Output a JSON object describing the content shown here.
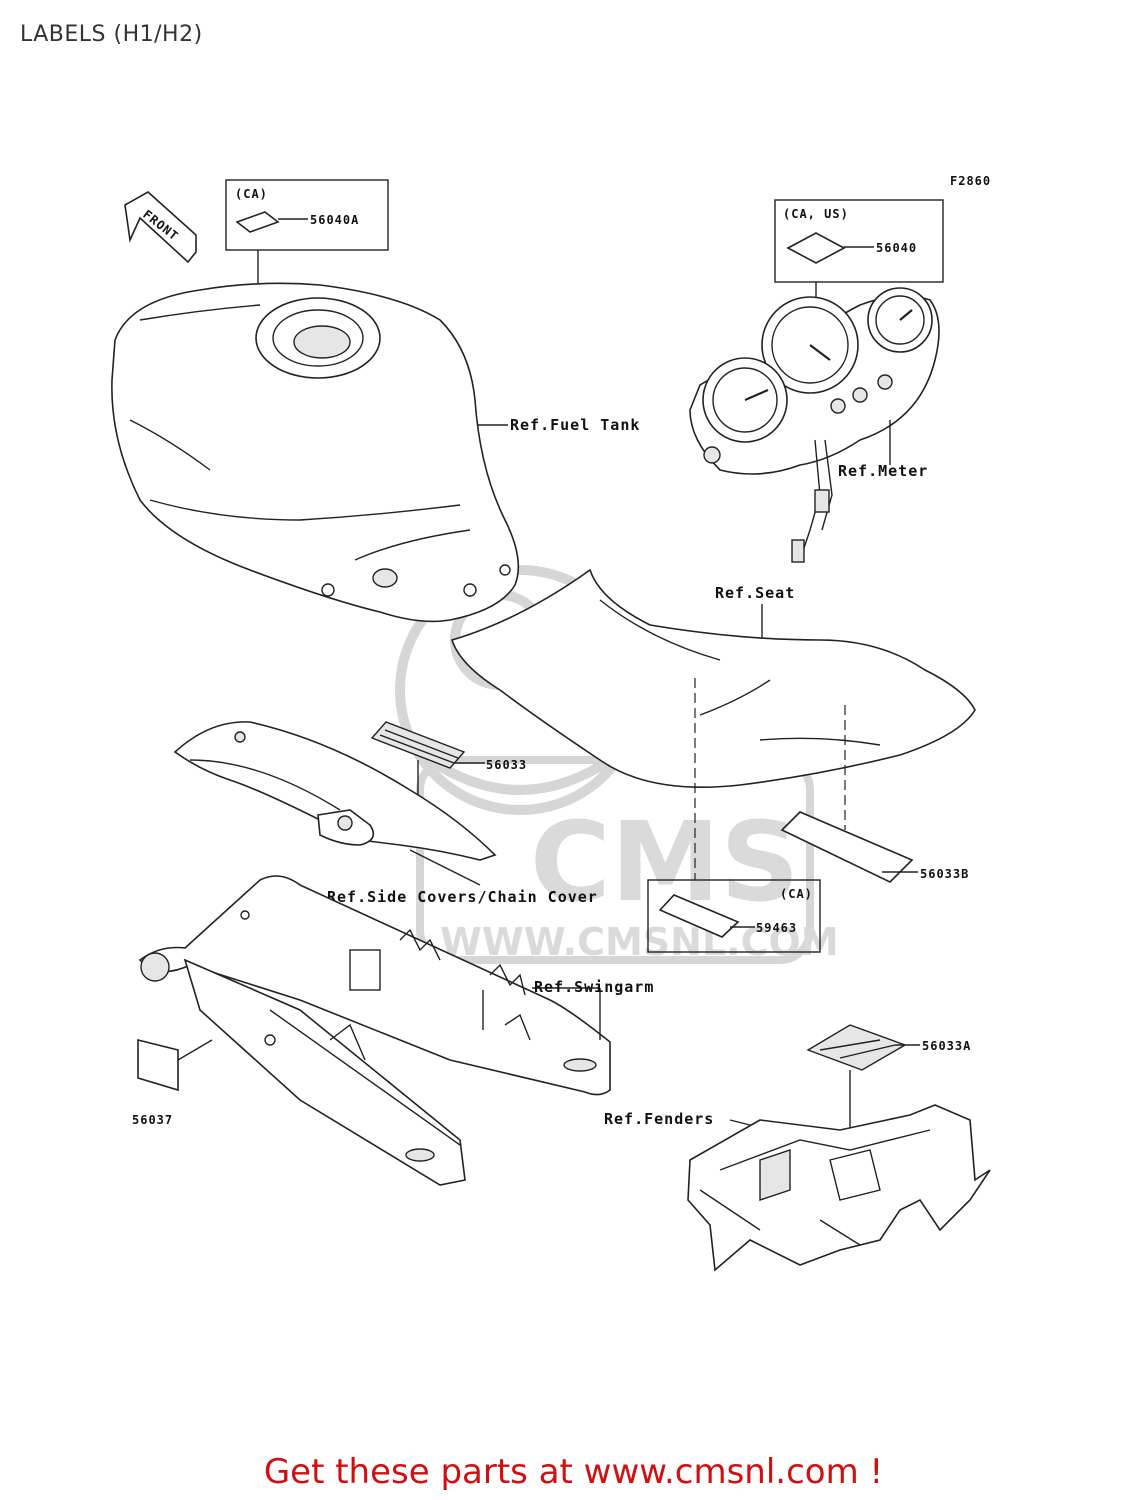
{
  "page": {
    "title": "LABELS (H1/H2)"
  },
  "diagram": {
    "figure_code": "F2860",
    "front_arrow": "FRONT",
    "watermark": {
      "brand": "CMS",
      "url": "WWW.CMSNL.COM"
    },
    "labels": {
      "fuel_tank_region": "(CA)",
      "fuel_tank_label": "56040A",
      "meter_region": "(CA, US)",
      "meter_label": "56040",
      "ref_fuel_tank": "Ref.Fuel Tank",
      "ref_meter": "Ref.Meter",
      "ref_seat": "Ref.Seat",
      "chain_cover_label": "56033",
      "seat_label": "56033B",
      "ref_side_covers": "Ref.Side Covers/Chain Cover",
      "seat_region": "(CA)",
      "seat_region_label": "59463",
      "ref_swingarm": "Ref.Swingarm",
      "fender_label": "56033A",
      "swingarm_label": "56037",
      "ref_fenders": "Ref.Fenders"
    }
  },
  "footer": {
    "text": "Get these parts at www.cmsnl.com !"
  }
}
